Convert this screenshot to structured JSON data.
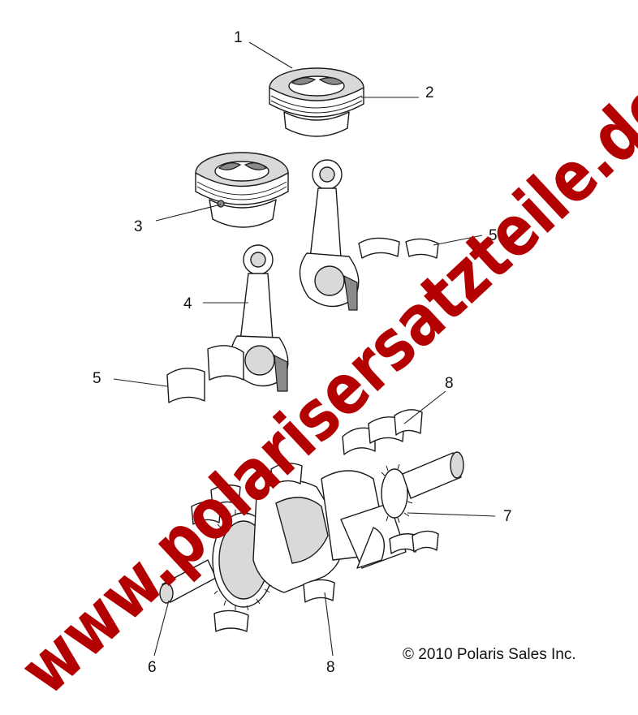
{
  "callouts": {
    "c1": "1",
    "c2": "2",
    "c3": "3",
    "c4": "4",
    "c5a": "5",
    "c5b": "5",
    "c6": "6",
    "c7": "7",
    "c8a": "8",
    "c8b": "8"
  },
  "copyright": "© 2010 Polaris Sales Inc.",
  "watermark": "www.polarisersatzteile.de",
  "colors": {
    "watermark": "#b30000",
    "line": "#1a1a1a"
  }
}
